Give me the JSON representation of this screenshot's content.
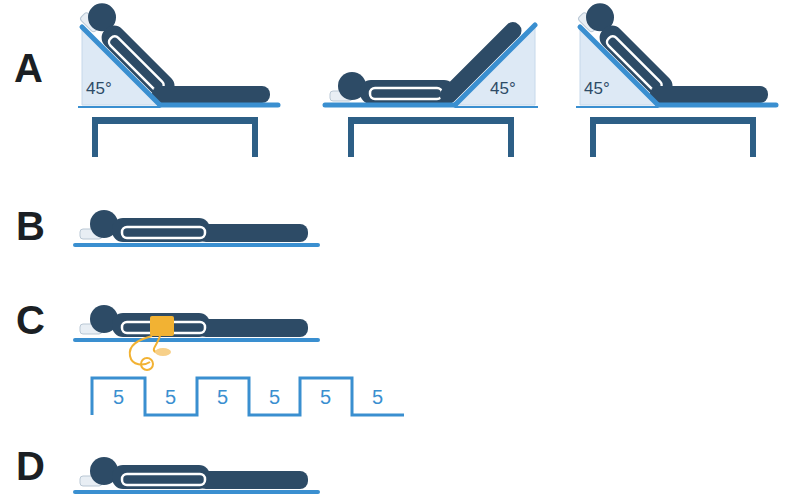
{
  "diagram": {
    "labels": [
      "A",
      "45°",
      "45°",
      "45°",
      "B",
      "C",
      "5",
      "5",
      "5",
      "5",
      "5",
      "5",
      "D"
    ]
  }
}
